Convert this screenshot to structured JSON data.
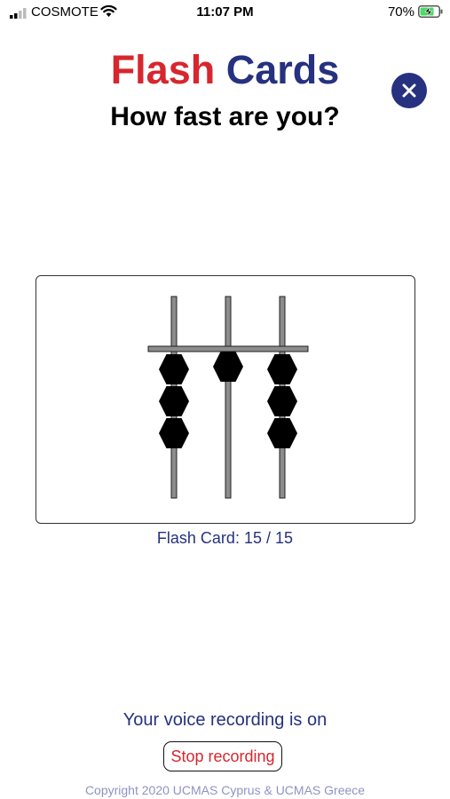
{
  "status_bar": {
    "carrier": "COSMOTE",
    "time": "11:07 PM",
    "battery": "70%",
    "icons": [
      "signal-icon",
      "wifi-icon",
      "battery-charging-icon"
    ]
  },
  "header": {
    "title_part1": "Flash",
    "title_part2": "Cards",
    "subtitle": "How fast are you?",
    "close_icon": "close-icon"
  },
  "card": {
    "counter_label": "Flash Card:",
    "current": "15",
    "separator": "/",
    "total": "15",
    "abacus": {
      "rods": 3,
      "lower_beads_active": [
        3,
        0,
        3
      ],
      "upper_bead_active": [
        false,
        true,
        false
      ]
    }
  },
  "footer": {
    "recording_status": "Your voice recording is on",
    "stop_button": "Stop recording",
    "copyright": "Copyright 2020 UCMAS Cyprus & UCMAS Greece"
  },
  "colors": {
    "brand_red": "#d7262e",
    "brand_blue": "#26317f",
    "copyright": "#8f93c4"
  }
}
